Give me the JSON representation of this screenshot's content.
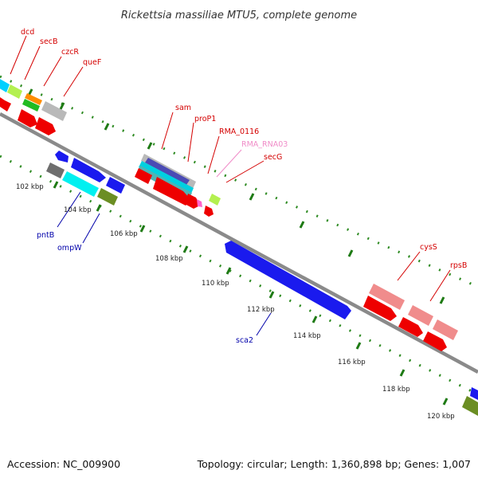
{
  "title": "Rickettsia massiliae MTU5, complete genome",
  "footer": {
    "accession": "Accession: NC_009900",
    "topology": "Topology: circular; Length: 1,360,898 bp; Genes: 1,007"
  },
  "gene_labels": [
    {
      "text": "dcd",
      "color": "#d40000"
    },
    {
      "text": "secB",
      "color": "#d40000"
    },
    {
      "text": "czcR",
      "color": "#d40000"
    },
    {
      "text": "queF",
      "color": "#d40000"
    },
    {
      "text": "sam",
      "color": "#d40000"
    },
    {
      "text": "proP1",
      "color": "#d40000"
    },
    {
      "text": "RMA_0116",
      "color": "#d40000"
    },
    {
      "text": "RMA_RNA03",
      "color": "#f08cc8"
    },
    {
      "text": "secG",
      "color": "#d40000"
    },
    {
      "text": "cysS",
      "color": "#d40000"
    },
    {
      "text": "rpsB",
      "color": "#d40000"
    },
    {
      "text": "pntB",
      "color": "#0000aa"
    },
    {
      "text": "ompW",
      "color": "#0000aa"
    },
    {
      "text": "sca2",
      "color": "#0000aa"
    }
  ],
  "ticks": [
    "102 kbp",
    "104 kbp",
    "106 kbp",
    "108 kbp",
    "110 kbp",
    "112 kbp",
    "114 kbp",
    "116 kbp",
    "118 kbp",
    "120 kbp"
  ],
  "colors": {
    "backbone": "#8a8a8a",
    "cds_red": "#ee0000",
    "cds_blue": "#1a1aee",
    "cyan": "#00e6f0",
    "salmon": "#f08c8c",
    "olive": "#6b8e23",
    "gray": "#b4b4b4",
    "lime": "#b4f050",
    "dots": "#2e8b22"
  }
}
